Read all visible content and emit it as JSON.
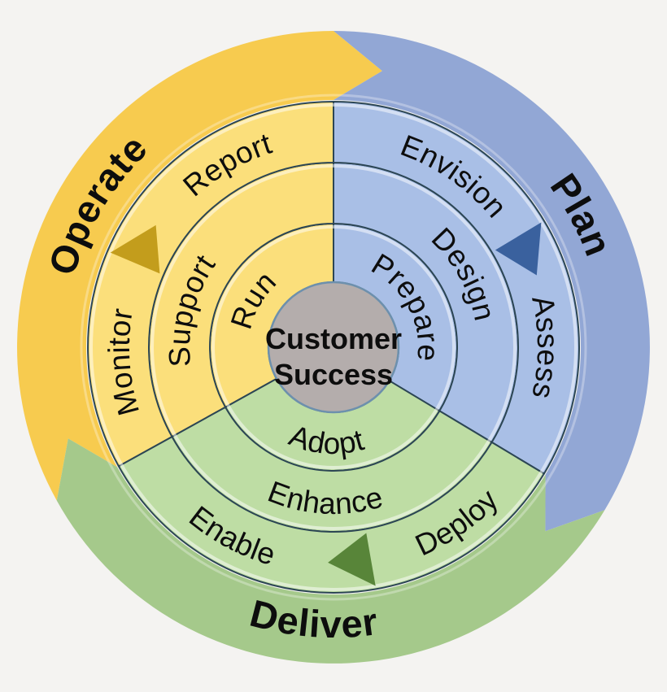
{
  "diagram": {
    "center": {
      "line1": "Customer",
      "line2": "Success"
    },
    "sectors": [
      {
        "id": "operate",
        "band_label": "Operate",
        "ring_inner": "Run",
        "ring_middle": "Support",
        "ring_outer_first": "Monitor",
        "ring_outer_second": "Report"
      },
      {
        "id": "plan",
        "band_label": "Plan",
        "ring_inner": "Prepare",
        "ring_middle": "Design",
        "ring_outer_first": "Envision",
        "ring_outer_second": "Assess"
      },
      {
        "id": "deliver",
        "band_label": "Deliver",
        "ring_inner": "Adopt",
        "ring_middle": "Enhance",
        "ring_outer_first": "Deploy",
        "ring_outer_second": "Enable"
      }
    ],
    "icons": [
      {
        "name": "flow-arrow-operate",
        "glyph": "clockwise-triangle"
      },
      {
        "name": "flow-arrow-plan",
        "glyph": "clockwise-triangle"
      },
      {
        "name": "flow-arrow-deliver",
        "glyph": "clockwise-triangle"
      }
    ],
    "colors": {
      "background": "#f4f3f1",
      "outline": "#2c4654",
      "text": "#0d0d0d",
      "center_fill": "#b4adac",
      "center_stroke": "#6d90ad",
      "operate_band": "#f7cb4f",
      "operate_ring": "#fbdf7b",
      "operate_arrow": "#c39d1c",
      "plan_band": "#92a7d5",
      "plan_ring": "#a9bfe6",
      "plan_arrow": "#3a619e",
      "deliver_band": "#a5c98b",
      "deliver_ring": "#bedda4",
      "deliver_arrow": "#588539"
    }
  }
}
